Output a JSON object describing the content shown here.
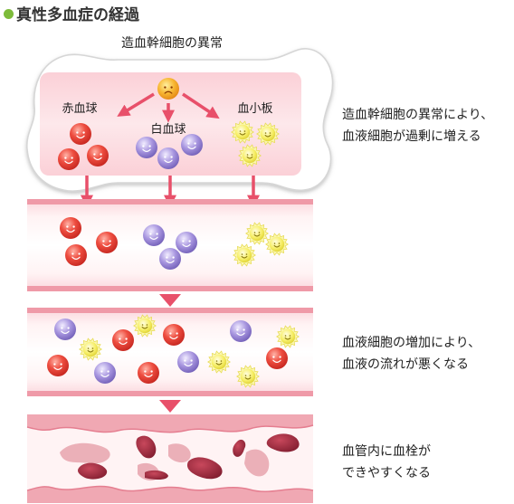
{
  "title": "真性多血症の経過",
  "colors": {
    "title_dot": "#7dbb3a",
    "arrow": "#e8506a",
    "rbc": "#e8403a",
    "wbc": "#9c8ad8",
    "platelet": "#f6ee6a"
  },
  "marrow": {
    "label": "造血幹細胞の異常",
    "cells": {
      "rbc": "赤血球",
      "wbc": "白血球",
      "platelet": "血小板"
    }
  },
  "stages": [
    {
      "lines": [
        "造血幹細胞の異常により、",
        "血液細胞が過剰に増える"
      ]
    },
    {
      "lines": [
        "血液細胞の増加により、",
        "血液の流れが悪くなる"
      ]
    },
    {
      "lines": [
        "血管内に血栓が",
        "できやすくなる"
      ]
    }
  ]
}
